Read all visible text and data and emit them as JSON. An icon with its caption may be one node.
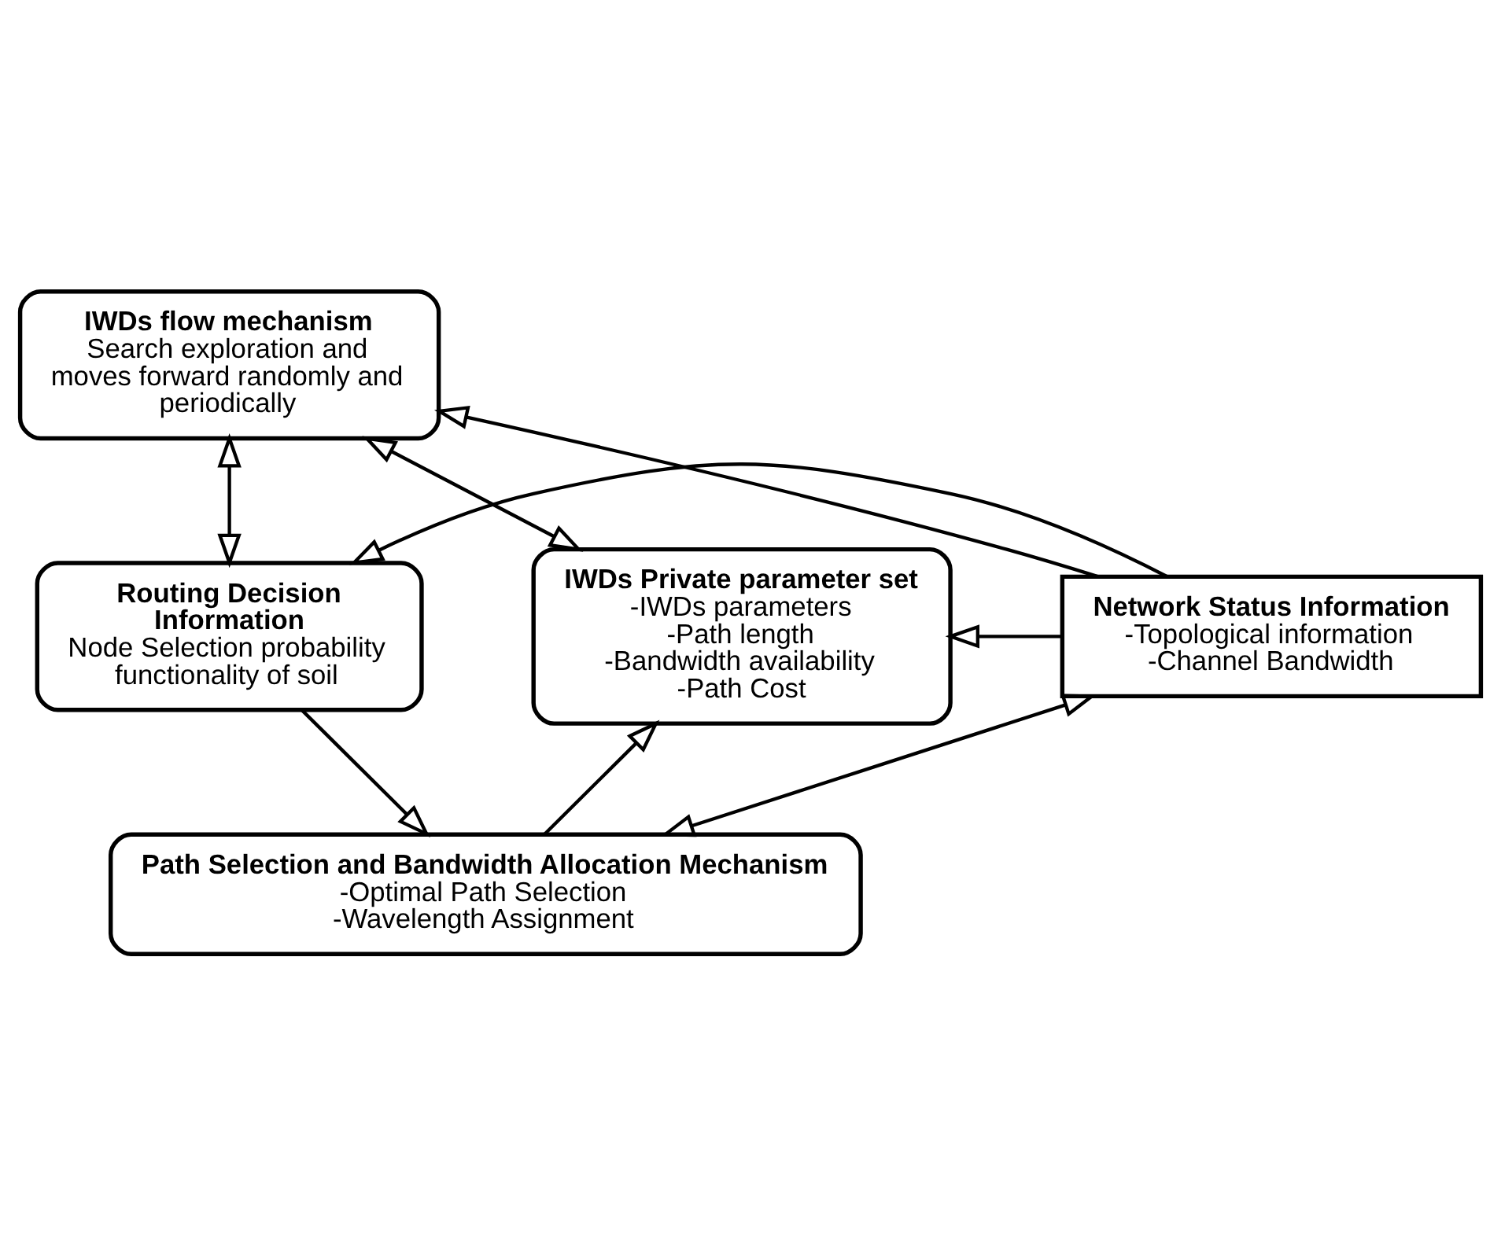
{
  "diagram": {
    "nodes": [
      {
        "text": [
          "IWDs flow mechanism",
          "Search exploration and moves forward randomly and periodically"
        ]
      },
      {
        "text": [
          "IWDs Private parameter set",
          "-IWDs parameters",
          "-Path length",
          "-Bandwidth availability",
          "-Path Cost"
        ]
      },
      {
        "text": [
          "Network Status Information",
          "-Topological information",
          "-Channel Bandwidth"
        ]
      },
      {
        "text": [
          "Routing Decision Information",
          "Node Selection probability functionality of soil"
        ]
      },
      {
        "text": [
          "Path Selection and Bandwidth Allocation Mechanism",
          "-Optimal Path Selection",
          "-Wavelength Assignment"
        ]
      }
    ],
    "edges": [
      {
        "from": 1,
        "to": 0,
        "arrow": "both"
      },
      {
        "from": 0,
        "to": 3,
        "arrow": "both"
      },
      {
        "from": 2,
        "to": 0,
        "arrow": "to"
      },
      {
        "from": 2,
        "to": 1,
        "arrow": "to"
      },
      {
        "from": 2,
        "to": 3,
        "arrow": "to"
      },
      {
        "from": 2,
        "to": 4,
        "arrow": "both"
      },
      {
        "from": 3,
        "to": 4,
        "arrow": "to"
      },
      {
        "from": 4,
        "to": 1,
        "arrow": "to"
      }
    ]
  }
}
